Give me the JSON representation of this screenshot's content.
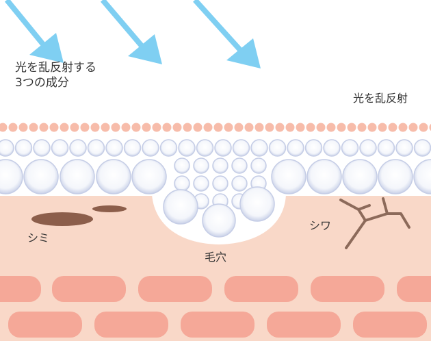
{
  "caption": {
    "line1": "光を乱反射する",
    "line2": "3つの成分"
  },
  "labels": {
    "scatter_right": "光を乱反射",
    "spots": "シミ",
    "pores": "毛穴",
    "wrinkles": "シワ"
  },
  "colors": {
    "arrow": "#7fcff2",
    "dots": "#f7bcaa",
    "dermis": "#f9d8c8",
    "cells": "#f5a898",
    "spot": "#8c5e4b",
    "crack": "#8c6a5a",
    "bubble_rim": "#c5cde6"
  },
  "icons": {
    "arrows": "light-ray-arrow-icon",
    "bubbles": "particle-bubble-icon"
  }
}
